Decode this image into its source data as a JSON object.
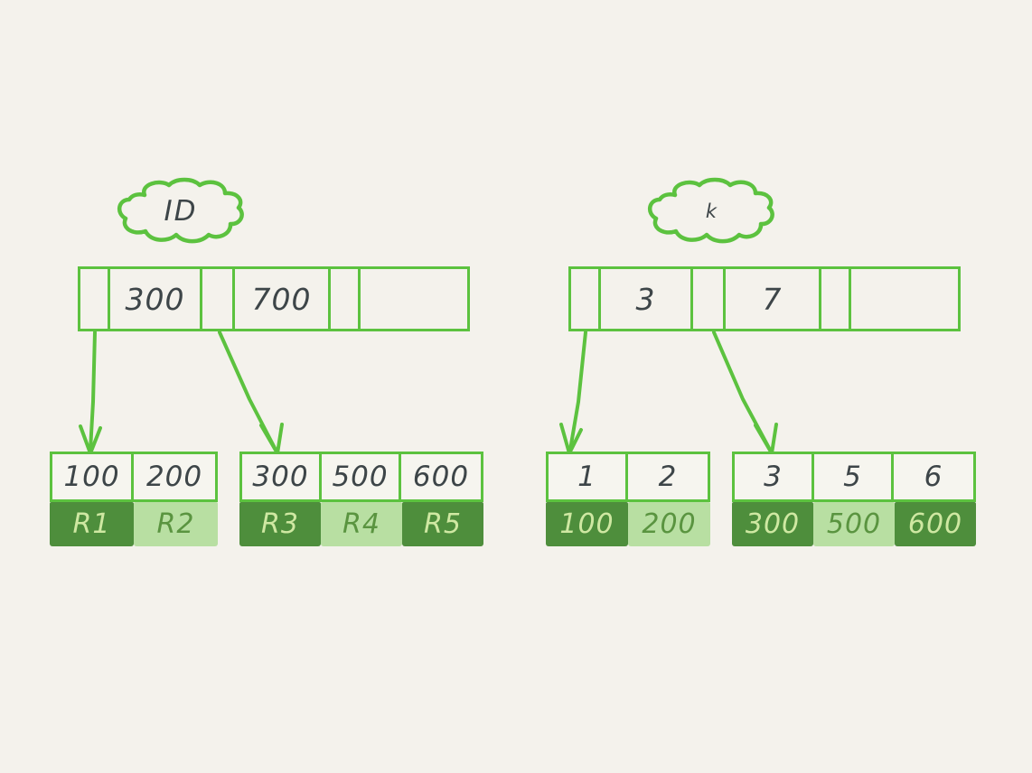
{
  "diagram": {
    "title": "B-Tree secondary index diagram",
    "background_color": "#f4f2ec",
    "stroke_color": "#5cc23f",
    "text_color": "#3d4548",
    "dark_block_color": "#4e8e3c",
    "light_block_color": "#b8dfa2",
    "dark_block_text_color": "#cfe8a2",
    "light_block_text_color": "#5a9440"
  },
  "trees": [
    {
      "name": "primary-index-tree",
      "cloud_label": "ID",
      "root": {
        "name": "root-node-id",
        "cells": [
          {
            "type": "pointer",
            "label": ""
          },
          {
            "type": "key",
            "label": "300"
          },
          {
            "type": "pointer",
            "label": ""
          },
          {
            "type": "key",
            "label": "700"
          },
          {
            "type": "pointer",
            "label": ""
          },
          {
            "type": "empty",
            "label": ""
          }
        ]
      },
      "leaves": [
        {
          "name": "leaf-node-id-1",
          "keys": [
            "100",
            "200"
          ],
          "values": [
            {
              "label": "R1",
              "shade": "dark"
            },
            {
              "label": "R2",
              "shade": "light"
            }
          ]
        },
        {
          "name": "leaf-node-id-2",
          "keys": [
            "300",
            "500",
            "600"
          ],
          "values": [
            {
              "label": "R3",
              "shade": "dark"
            },
            {
              "label": "R4",
              "shade": "light"
            },
            {
              "label": "R5",
              "shade": "dark"
            }
          ]
        }
      ]
    },
    {
      "name": "secondary-index-tree",
      "cloud_label": "k",
      "root": {
        "name": "root-node-k",
        "cells": [
          {
            "type": "pointer",
            "label": ""
          },
          {
            "type": "key",
            "label": "3"
          },
          {
            "type": "pointer",
            "label": ""
          },
          {
            "type": "key",
            "label": "7"
          },
          {
            "type": "pointer",
            "label": ""
          },
          {
            "type": "empty",
            "label": ""
          }
        ]
      },
      "leaves": [
        {
          "name": "leaf-node-k-1",
          "keys": [
            "1",
            "2"
          ],
          "values": [
            {
              "label": "100",
              "shade": "dark"
            },
            {
              "label": "200",
              "shade": "light"
            }
          ]
        },
        {
          "name": "leaf-node-k-2",
          "keys": [
            "3",
            "5",
            "6"
          ],
          "values": [
            {
              "label": "300",
              "shade": "dark"
            },
            {
              "label": "500",
              "shade": "light"
            },
            {
              "label": "600",
              "shade": "dark"
            }
          ]
        }
      ]
    }
  ]
}
